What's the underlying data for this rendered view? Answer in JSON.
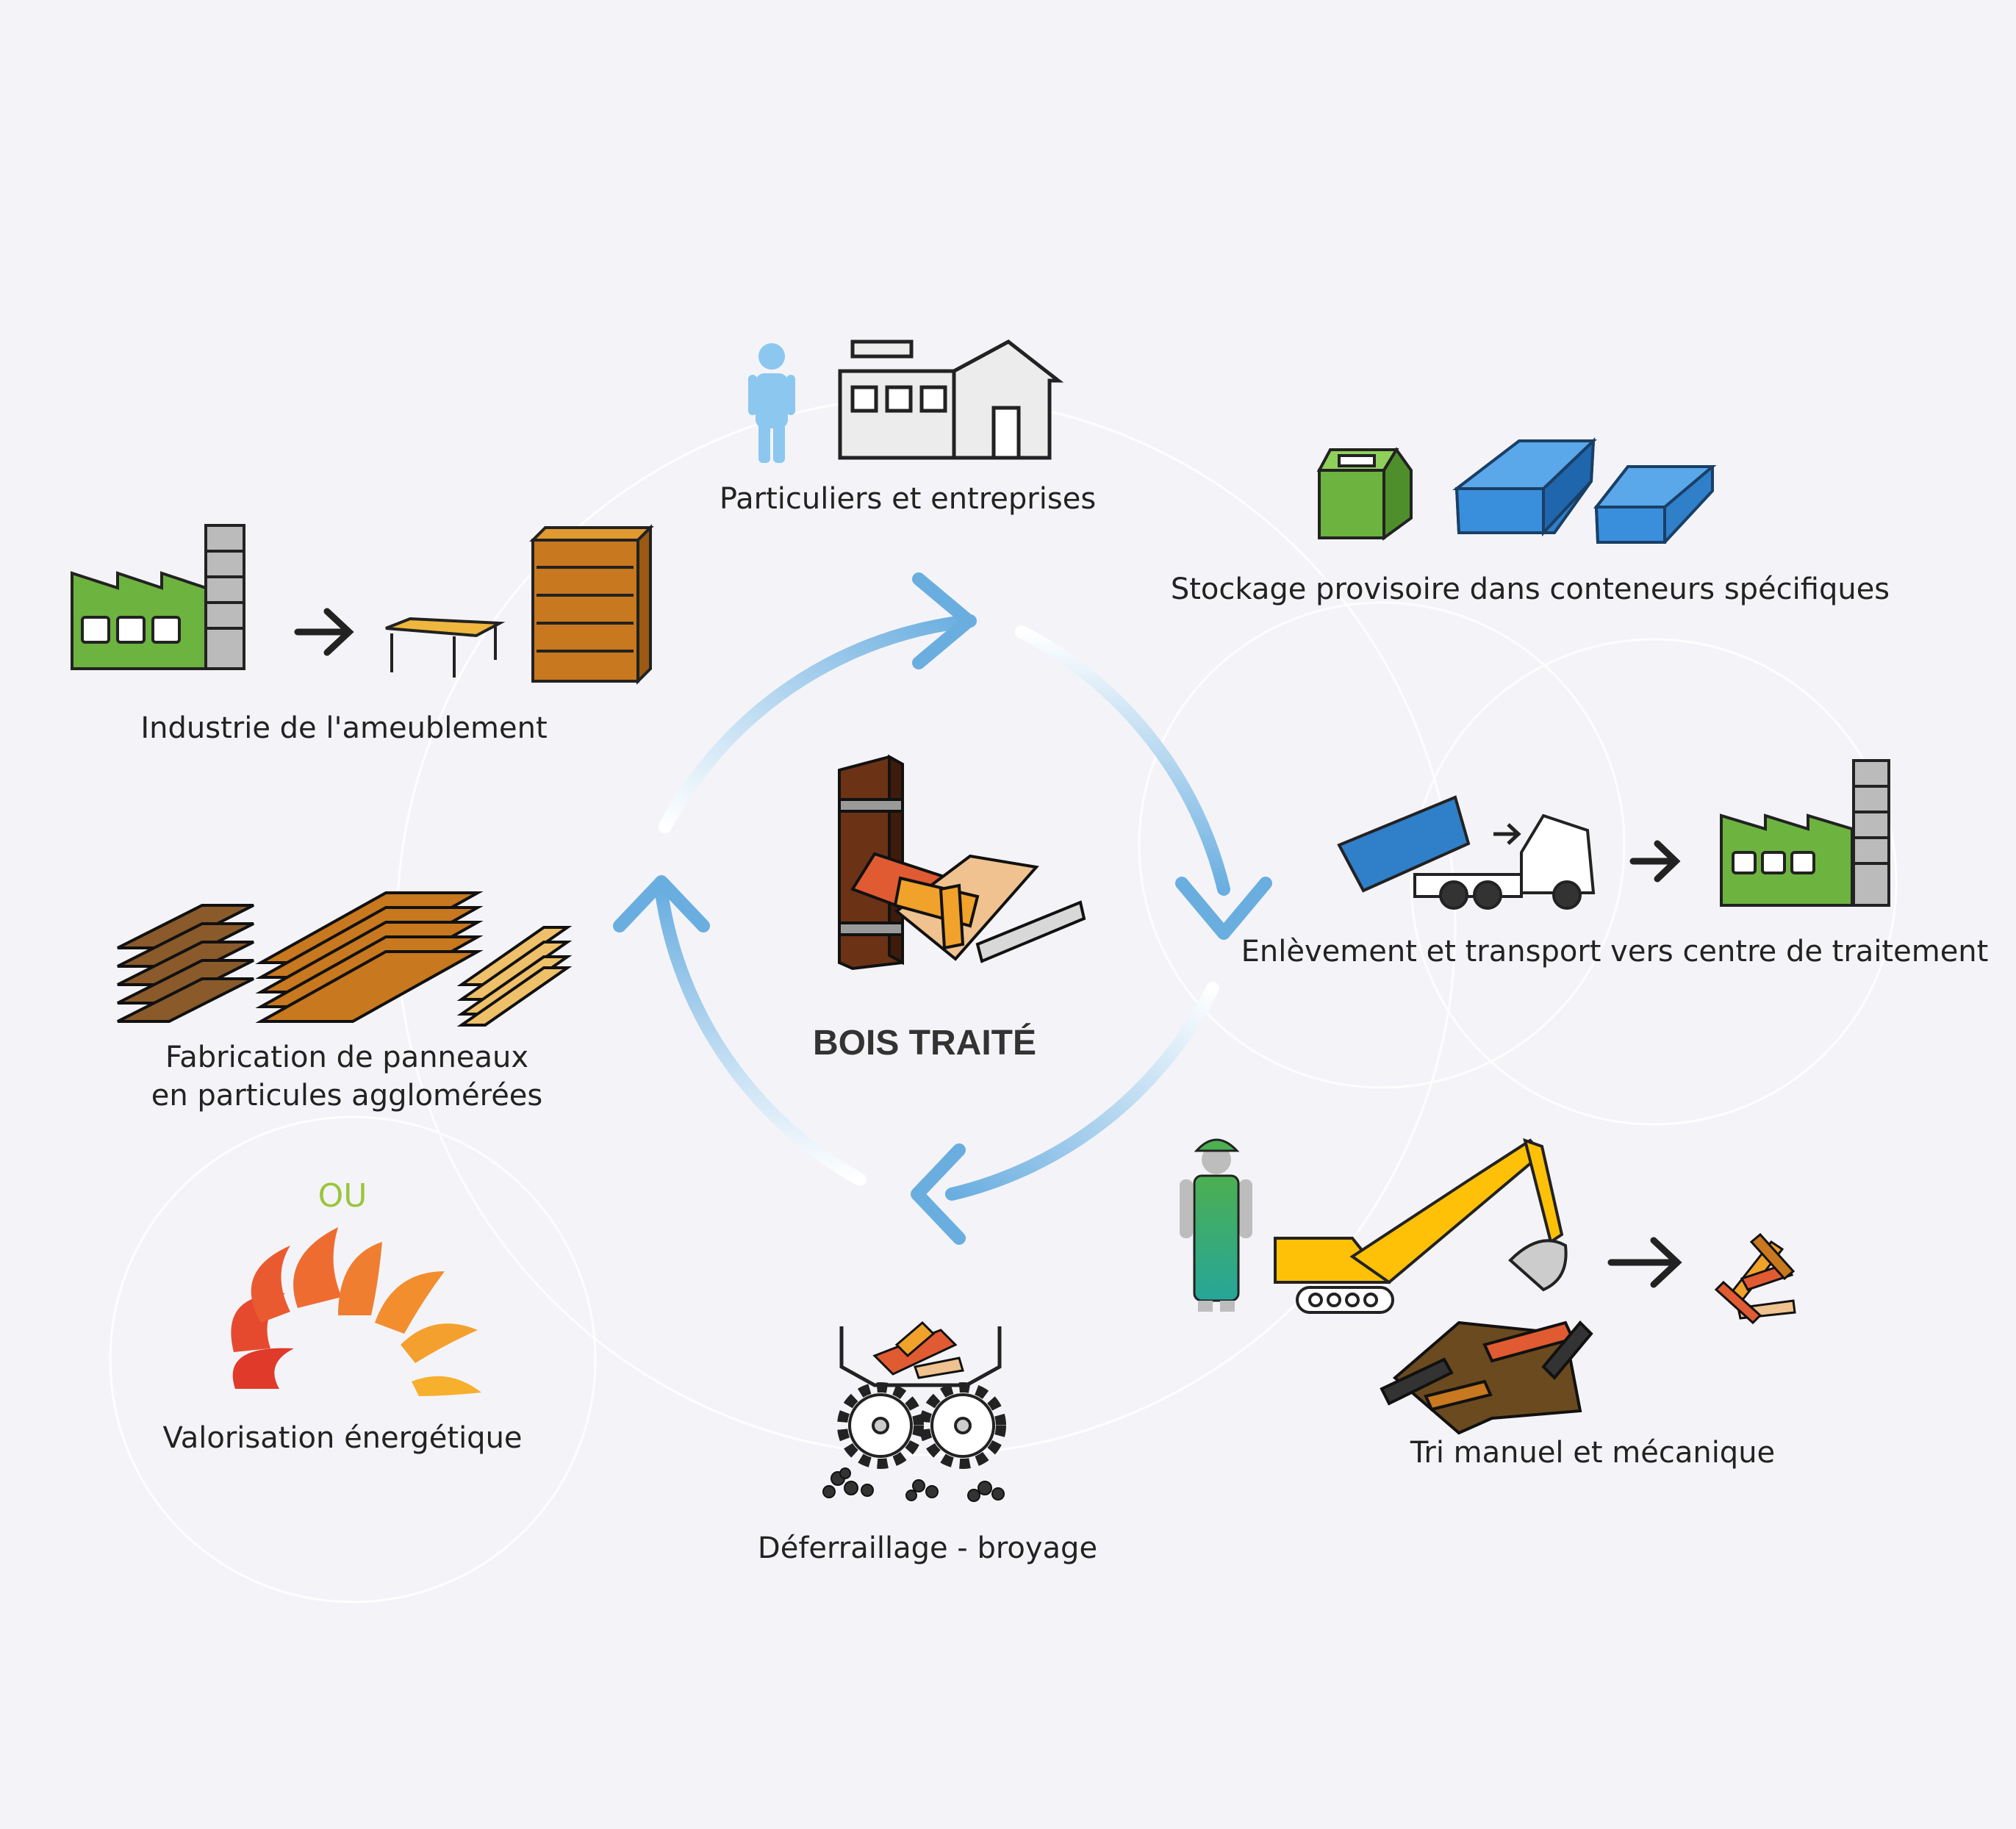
{
  "center": {
    "title": "BOIS TRAITÉ"
  },
  "steps": [
    {
      "id": "particuliers",
      "label": "Particuliers et entreprises"
    },
    {
      "id": "stockage",
      "label": "Stockage provisoire dans conteneurs spécifiques"
    },
    {
      "id": "enlevement",
      "label": "Enlèvement et transport vers centre de traitement"
    },
    {
      "id": "tri",
      "label": "Tri manuel et mécanique"
    },
    {
      "id": "deferraillage",
      "label": "Déferraillage - broyage"
    },
    {
      "id": "panneaux",
      "label_line1": "Fabrication de panneaux",
      "label_line2": "en particules agglomérées"
    },
    {
      "id": "ameublement",
      "label": "Industrie de l'ameublement"
    }
  ],
  "alternative": {
    "connector": "OU",
    "label": "Valorisation énergétique"
  },
  "colors": {
    "cycle_arrow": "#6aaee0",
    "factory_green": "#6db33f",
    "container_blue": "#2f7fc9",
    "wood": "#c8781e",
    "fire_red": "#e03a2a",
    "fire_orange": "#f2a02e",
    "ou_green": "#9bc53d"
  }
}
